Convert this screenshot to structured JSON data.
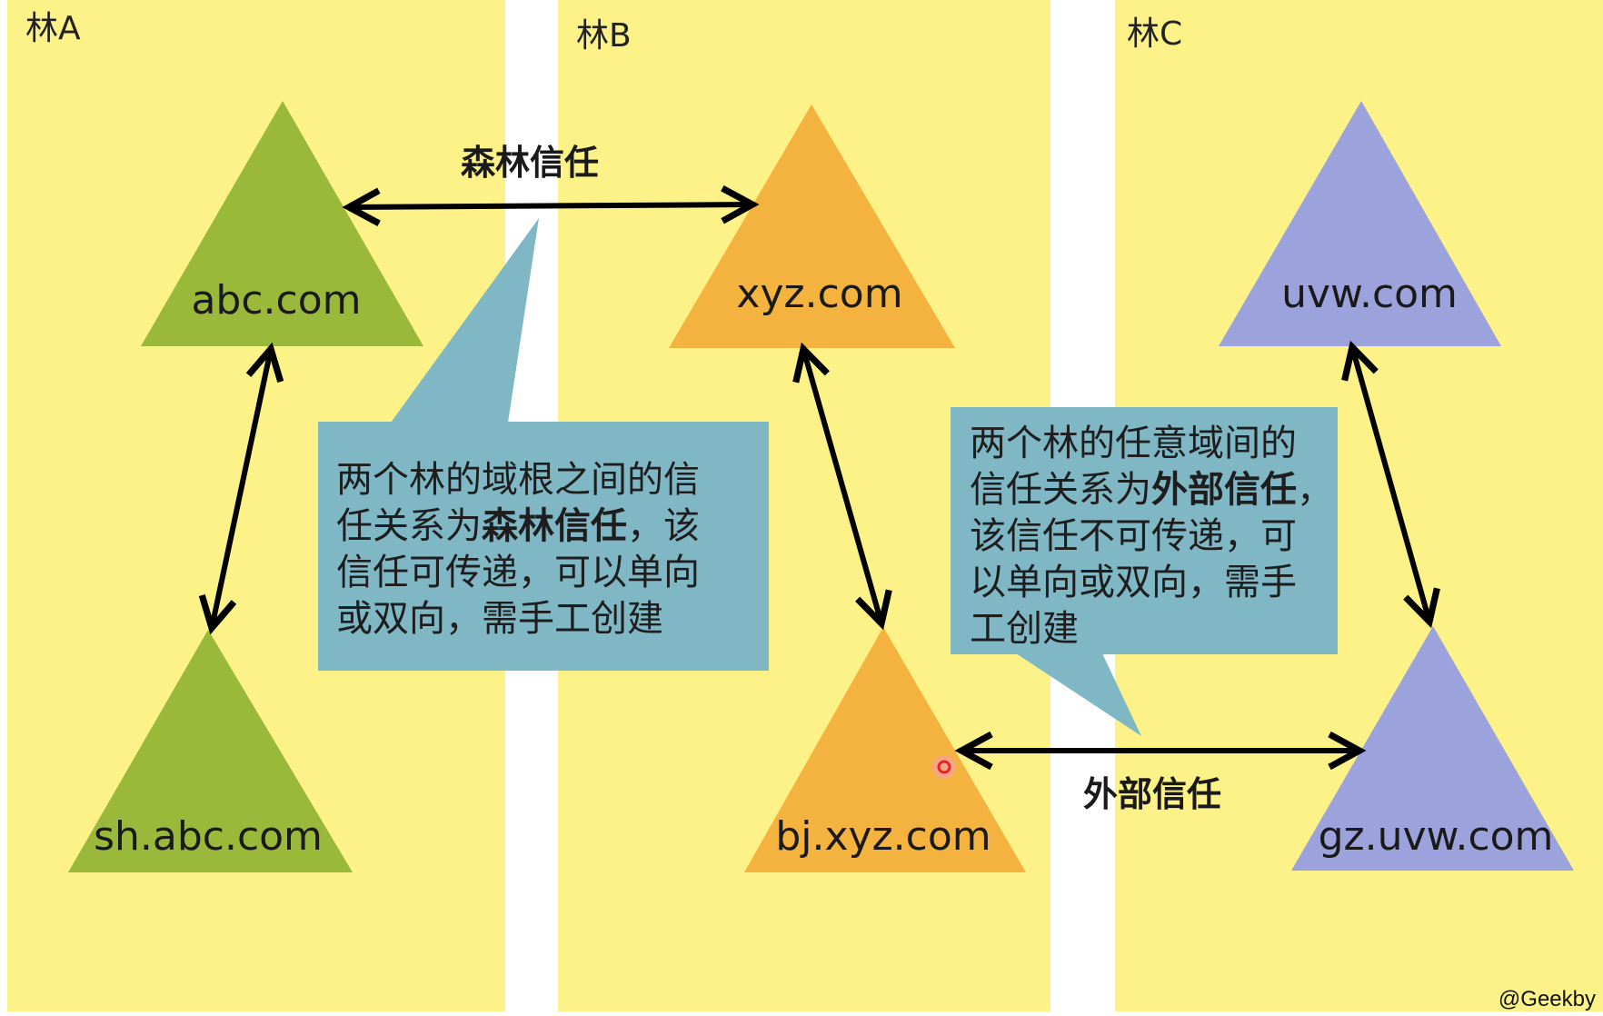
{
  "forests": [
    {
      "label": "林A",
      "color": "#fdf288"
    },
    {
      "label": "林B",
      "color": "#fdf288"
    },
    {
      "label": "林C",
      "color": "#fdf288"
    }
  ],
  "domains": {
    "abc": {
      "label": "abc.com",
      "color": "#9ab83a"
    },
    "sh_abc": {
      "label": "sh.abc.com",
      "color": "#9ab83a"
    },
    "xyz": {
      "label": "xyz.com",
      "color": "#f4b23e"
    },
    "bj_xyz": {
      "label": "bj.xyz.com",
      "color": "#f4b23e"
    },
    "uvw": {
      "label": "uvw.com",
      "color": "#9ca3dc"
    },
    "gz_uvw": {
      "label": "gz.uvw.com",
      "color": "#9ca3dc"
    }
  },
  "trusts": {
    "forest_trust_label": "森林信任",
    "external_trust_label": "外部信任"
  },
  "callouts": {
    "forest": {
      "color": "#7fb7c5",
      "line1": "两个林的域根之间的信",
      "line2_prefix": "任关系为",
      "line2_bold": "森林信任",
      "line2_suffix": "，该",
      "line3": "信任可传递，可以单向",
      "line4": "或双向，需手工创建"
    },
    "external": {
      "color": "#7fb7c5",
      "line1": "两个林的任意域间的",
      "line2_prefix": "信任关系为",
      "line2_bold": "外部信任",
      "line2_suffix": "，",
      "line3": "该信任不可传递，可",
      "line4": "以单向或双向，需手",
      "line5": "工创建"
    }
  },
  "watermark": "@Geekby"
}
